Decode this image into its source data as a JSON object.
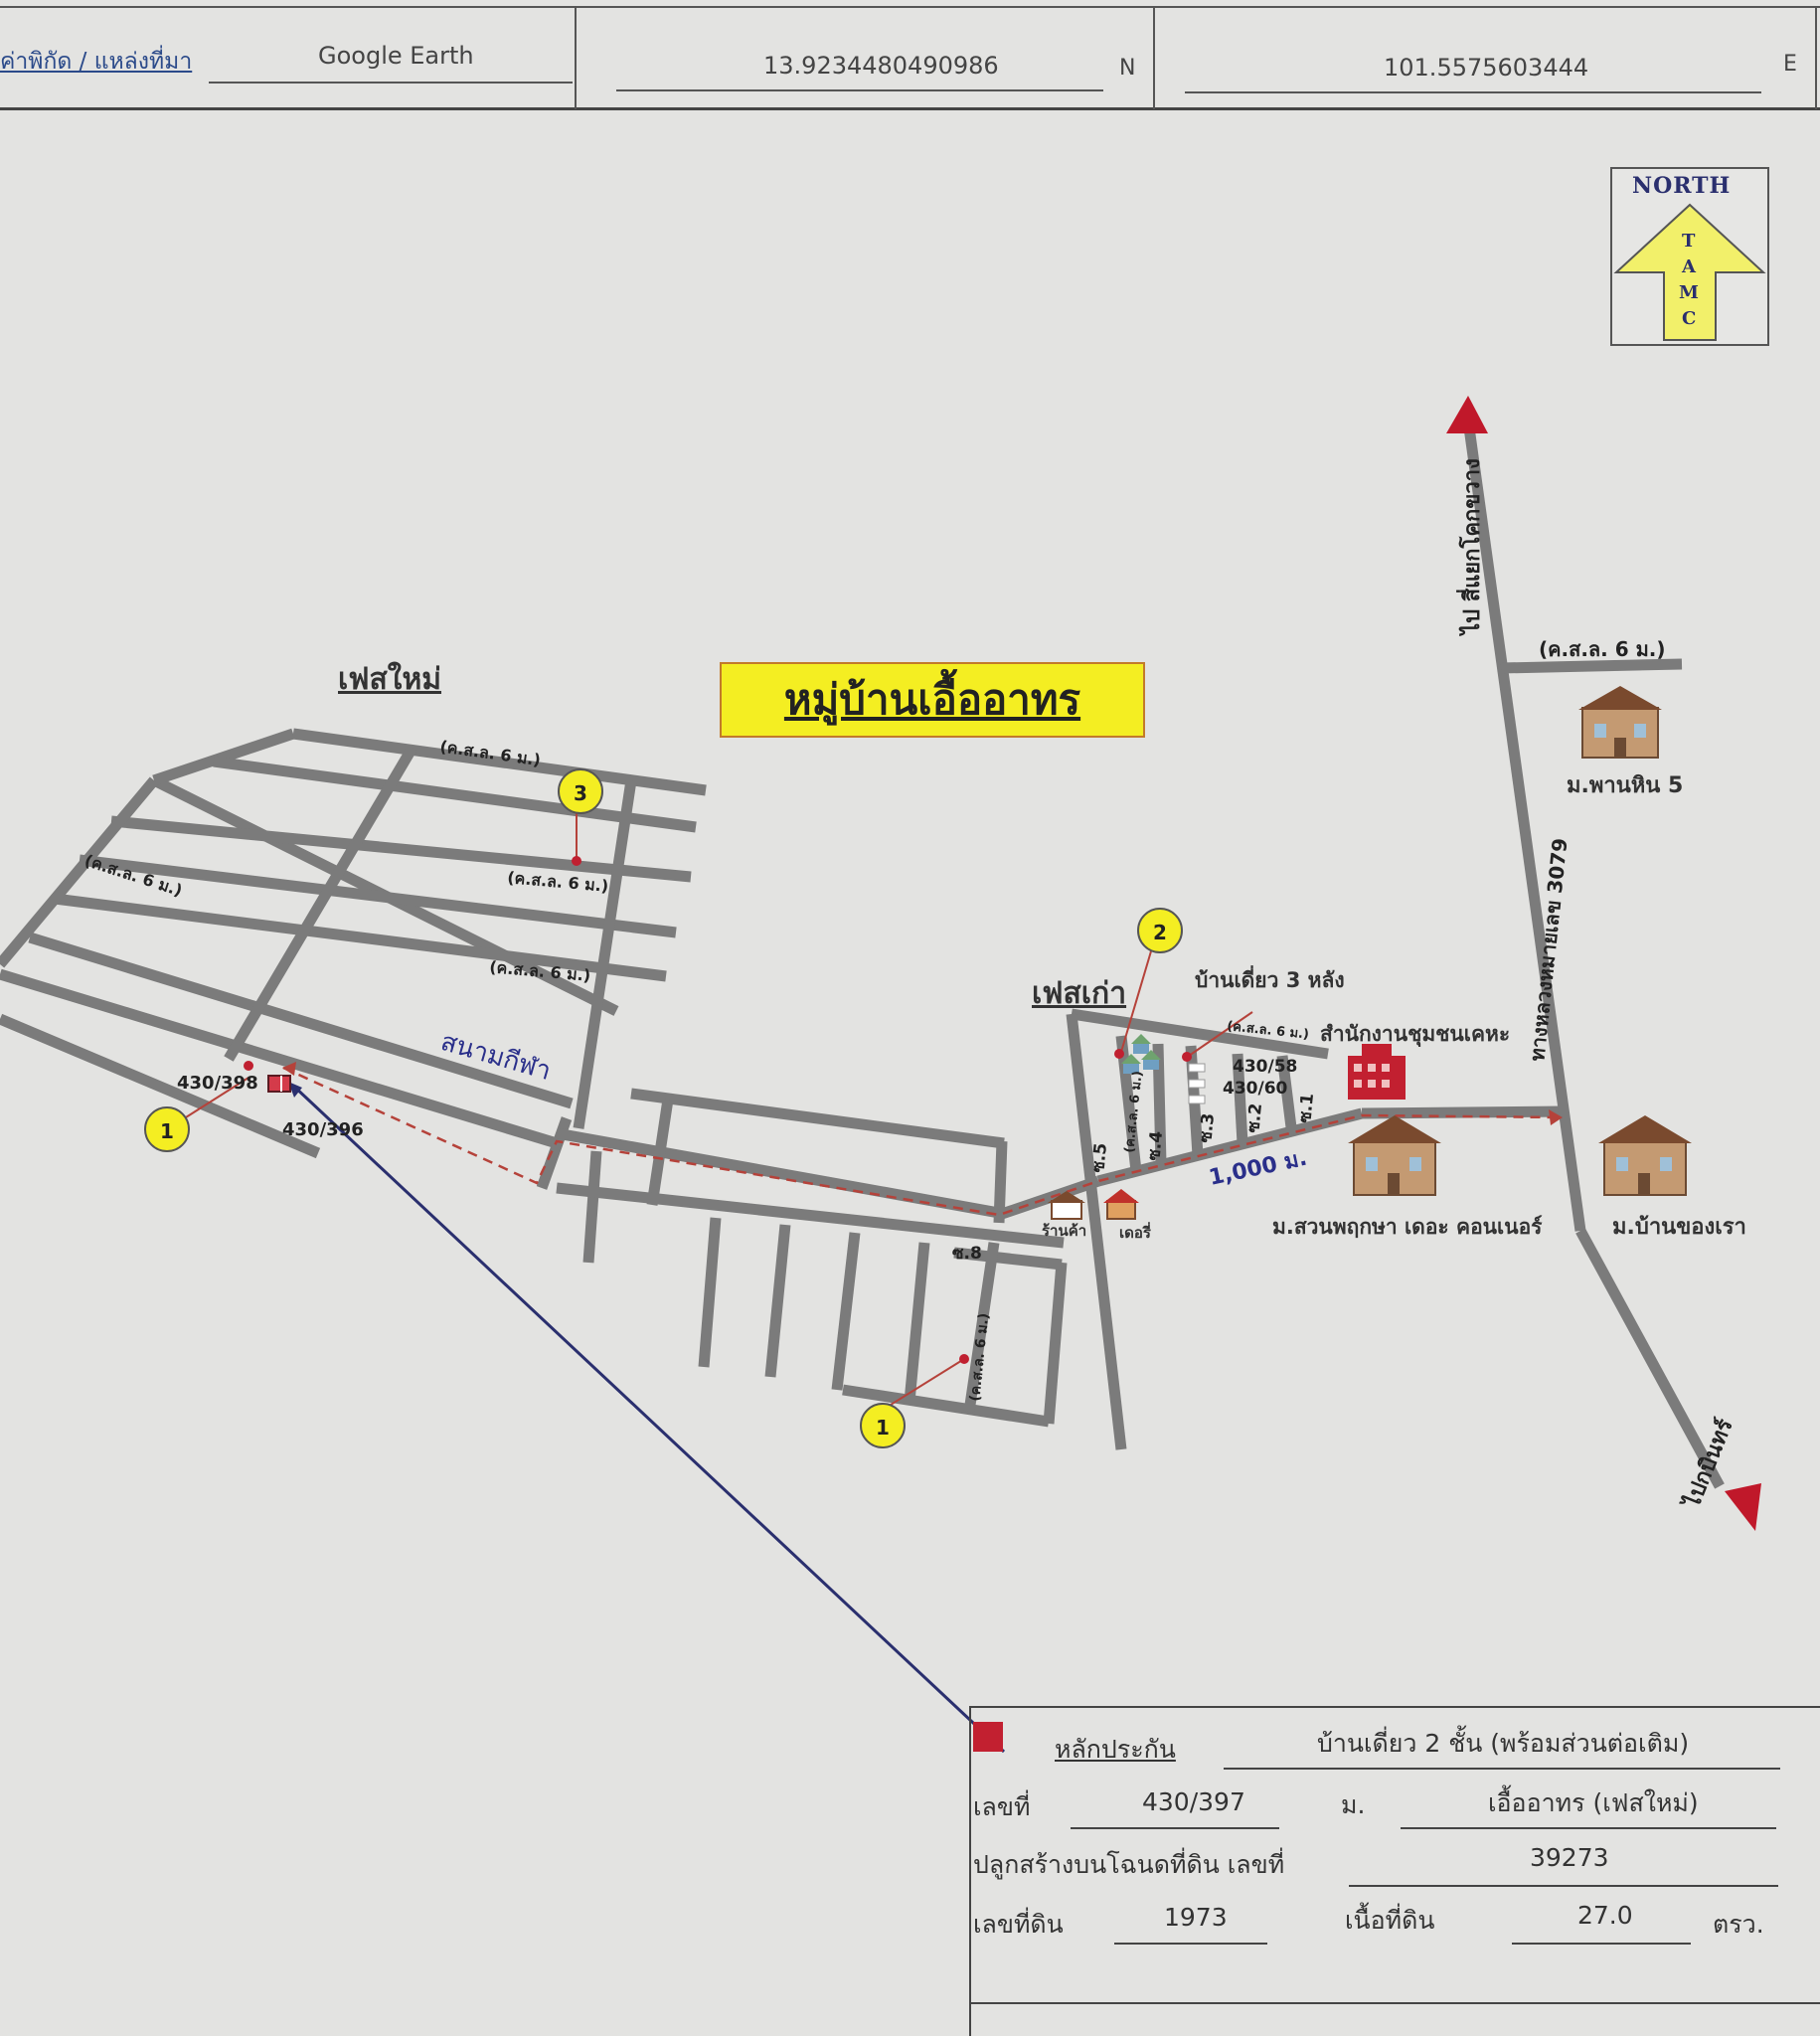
{
  "header": {
    "source_label": "ค่าพิกัด / แหล่งที่มา",
    "source_value": "Google Earth",
    "latitude": "13.9234480490986",
    "lat_suffix": "N",
    "longitude": "101.5575603444",
    "lon_suffix": "E"
  },
  "north_arrow": {
    "title": "NORTH",
    "letters": [
      "T",
      "A",
      "M",
      "C"
    ]
  },
  "map": {
    "village_title": "หมู่บ้านเอื้ออาทร",
    "phase_new": "เฟสใหม่",
    "phase_old": "เฟสเก่า",
    "stadium": "สนามกีฬา",
    "road_width_labels": [
      "(ค.ส.ล. 6 ม.)",
      "(ค.ส.ล. 6 ม.)",
      "(ค.ส.ล. 6 ม.)",
      "(ค.ส.ล. 6 ม.)",
      "(ค.ส.ล. 6 ม.)",
      "(ค.ส.ล. 6 ม.)",
      "(ค.ส.ล. 6 ม.)",
      "(ค.ส.ล. 6 ม.)"
    ],
    "house_numbers": [
      "430/398",
      "430/396",
      "430/58",
      "430/60"
    ],
    "soi_labels": [
      "ซ.1",
      "ซ.2",
      "ซ.3",
      "ซ.4",
      "ซ.5",
      "ซ.8"
    ],
    "distance": "1,000 ม.",
    "markers": [
      "1",
      "1",
      "2",
      "3"
    ],
    "single_houses": "บ้านเดี่ยว 3 หลัง",
    "community_office": "สำนักงานชุมชนเคหะ",
    "highway": "ทางหลวงหมายเลข 3079",
    "to_north": "ไป สี่แยกโคกขวาง",
    "to_south": "ไปกบินทร์",
    "village_phanhin": "ม.พานหิน 5",
    "village_suan": "ม.สวนพฤกษา เดอะ คอนเนอร์",
    "village_ban": "ม.บ้านของเรา",
    "shop_old": "ร้านค้า",
    "shop_dairy": "เดอรี่"
  },
  "legend": {
    "collateral_label": "หลักประกัน",
    "collateral_value": "บ้านเดี่ยว 2 ชั้น (พร้อมส่วนต่อเติม)",
    "number_label": "เลขที่",
    "number_value": "430/397",
    "moo_label": "ม.",
    "moo_value": "เอื้ออาทร (เฟสใหม่)",
    "deed_label": "ปลูกสร้างบนโฉนดที่ดิน เลขที่",
    "deed_value": "39273",
    "land_no_label": "เลขที่ดิน",
    "land_no_value": "1973",
    "area_label": "เนื้อที่ดิน",
    "area_value": "27.0",
    "area_unit": "ตรว."
  },
  "colors": {
    "road": "#7b7b7b",
    "highlight": "#f4ee22",
    "arrow_red": "#c0182a",
    "route_dash": "#b5423a",
    "pointer_line": "#2a2f6e"
  }
}
